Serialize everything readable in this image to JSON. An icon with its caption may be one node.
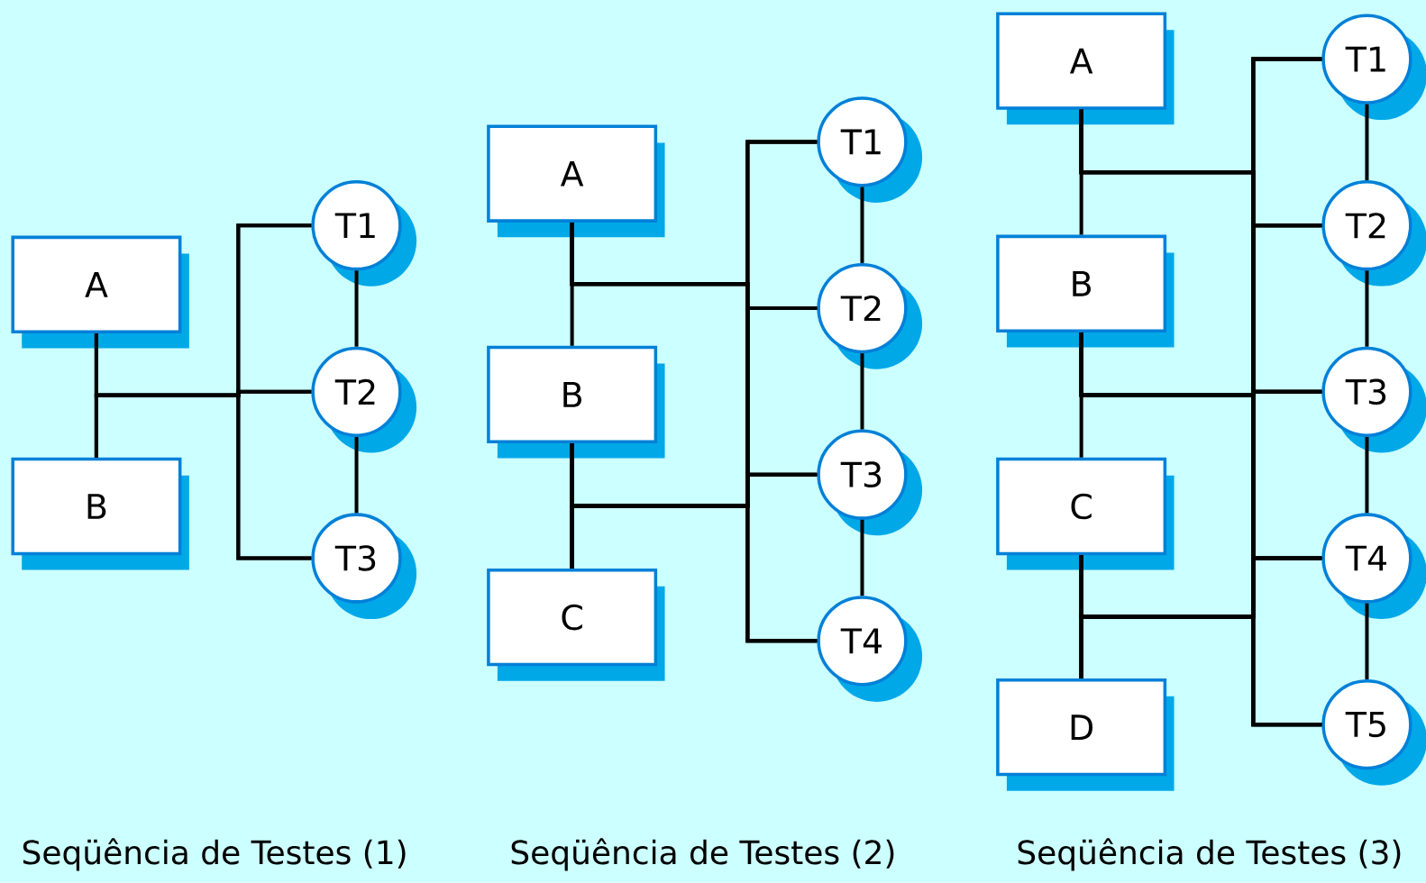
{
  "diagram": {
    "nodes": [
      {
        "text": [
          "A"
        ]
      },
      {
        "text": [
          "B"
        ]
      },
      {
        "text": [
          "T1"
        ]
      },
      {
        "text": [
          "T2"
        ]
      },
      {
        "text": [
          "T3"
        ]
      },
      {
        "text": [
          "A"
        ]
      },
      {
        "text": [
          "B"
        ]
      },
      {
        "text": [
          "C"
        ]
      },
      {
        "text": [
          "T1"
        ]
      },
      {
        "text": [
          "T2"
        ]
      },
      {
        "text": [
          "T3"
        ]
      },
      {
        "text": [
          "T4"
        ]
      },
      {
        "text": [
          "A"
        ]
      },
      {
        "text": [
          "B"
        ]
      },
      {
        "text": [
          "C"
        ]
      },
      {
        "text": [
          "D"
        ]
      },
      {
        "text": [
          "T1"
        ]
      },
      {
        "text": [
          "T2"
        ]
      },
      {
        "text": [
          "T3"
        ]
      },
      {
        "text": [
          "T4"
        ]
      },
      {
        "text": [
          "T5"
        ]
      }
    ],
    "edges": [
      {
        "from": 0,
        "to": 1,
        "arrow": "none"
      },
      {
        "from": 2,
        "to": 3,
        "arrow": "none"
      },
      {
        "from": 3,
        "to": 4,
        "arrow": "none"
      },
      {
        "from": 0,
        "to": 2,
        "arrow": "none"
      },
      {
        "from": 0,
        "to": 3,
        "arrow": "none"
      },
      {
        "from": 0,
        "to": 4,
        "arrow": "none"
      },
      {
        "from": 1,
        "to": 2,
        "arrow": "none"
      },
      {
        "from": 1,
        "to": 3,
        "arrow": "none"
      },
      {
        "from": 1,
        "to": 4,
        "arrow": "none"
      },
      {
        "from": 5,
        "to": 6,
        "arrow": "none"
      },
      {
        "from": 6,
        "to": 7,
        "arrow": "none"
      },
      {
        "from": 8,
        "to": 9,
        "arrow": "none"
      },
      {
        "from": 9,
        "to": 10,
        "arrow": "none"
      },
      {
        "from": 10,
        "to": 11,
        "arrow": "none"
      },
      {
        "from": 5,
        "to": 8,
        "arrow": "none"
      },
      {
        "from": 5,
        "to": 9,
        "arrow": "none"
      },
      {
        "from": 5,
        "to": 10,
        "arrow": "none"
      },
      {
        "from": 5,
        "to": 11,
        "arrow": "none"
      },
      {
        "from": 6,
        "to": 8,
        "arrow": "none"
      },
      {
        "from": 6,
        "to": 9,
        "arrow": "none"
      },
      {
        "from": 6,
        "to": 10,
        "arrow": "none"
      },
      {
        "from": 6,
        "to": 11,
        "arrow": "none"
      },
      {
        "from": 7,
        "to": 8,
        "arrow": "none"
      },
      {
        "from": 7,
        "to": 9,
        "arrow": "none"
      },
      {
        "from": 7,
        "to": 10,
        "arrow": "none"
      },
      {
        "from": 7,
        "to": 11,
        "arrow": "none"
      },
      {
        "from": 12,
        "to": 13,
        "arrow": "none"
      },
      {
        "from": 13,
        "to": 14,
        "arrow": "none"
      },
      {
        "from": 14,
        "to": 15,
        "arrow": "none"
      },
      {
        "from": 16,
        "to": 17,
        "arrow": "none"
      },
      {
        "from": 17,
        "to": 18,
        "arrow": "none"
      },
      {
        "from": 18,
        "to": 19,
        "arrow": "none"
      },
      {
        "from": 19,
        "to": 20,
        "arrow": "none"
      },
      {
        "from": 12,
        "to": 16,
        "arrow": "none"
      },
      {
        "from": 12,
        "to": 17,
        "arrow": "none"
      },
      {
        "from": 12,
        "to": 18,
        "arrow": "none"
      },
      {
        "from": 12,
        "to": 19,
        "arrow": "none"
      },
      {
        "from": 12,
        "to": 20,
        "arrow": "none"
      },
      {
        "from": 13,
        "to": 16,
        "arrow": "none"
      },
      {
        "from": 13,
        "to": 17,
        "arrow": "none"
      },
      {
        "from": 13,
        "to": 18,
        "arrow": "none"
      },
      {
        "from": 13,
        "to": 19,
        "arrow": "none"
      },
      {
        "from": 13,
        "to": 20,
        "arrow": "none"
      },
      {
        "from": 14,
        "to": 16,
        "arrow": "none"
      },
      {
        "from": 14,
        "to": 17,
        "arrow": "none"
      },
      {
        "from": 14,
        "to": 18,
        "arrow": "none"
      },
      {
        "from": 14,
        "to": 19,
        "arrow": "none"
      },
      {
        "from": 14,
        "to": 20,
        "arrow": "none"
      },
      {
        "from": 15,
        "to": 16,
        "arrow": "none"
      },
      {
        "from": 15,
        "to": 17,
        "arrow": "none"
      },
      {
        "from": 15,
        "to": 18,
        "arrow": "none"
      },
      {
        "from": 15,
        "to": 19,
        "arrow": "none"
      },
      {
        "from": 15,
        "to": 20,
        "arrow": "none"
      }
    ],
    "labels": [
      "Seqüência de Testes (1)",
      "Seqüência de Testes (2)",
      "Seqüência de Testes (3)"
    ]
  }
}
